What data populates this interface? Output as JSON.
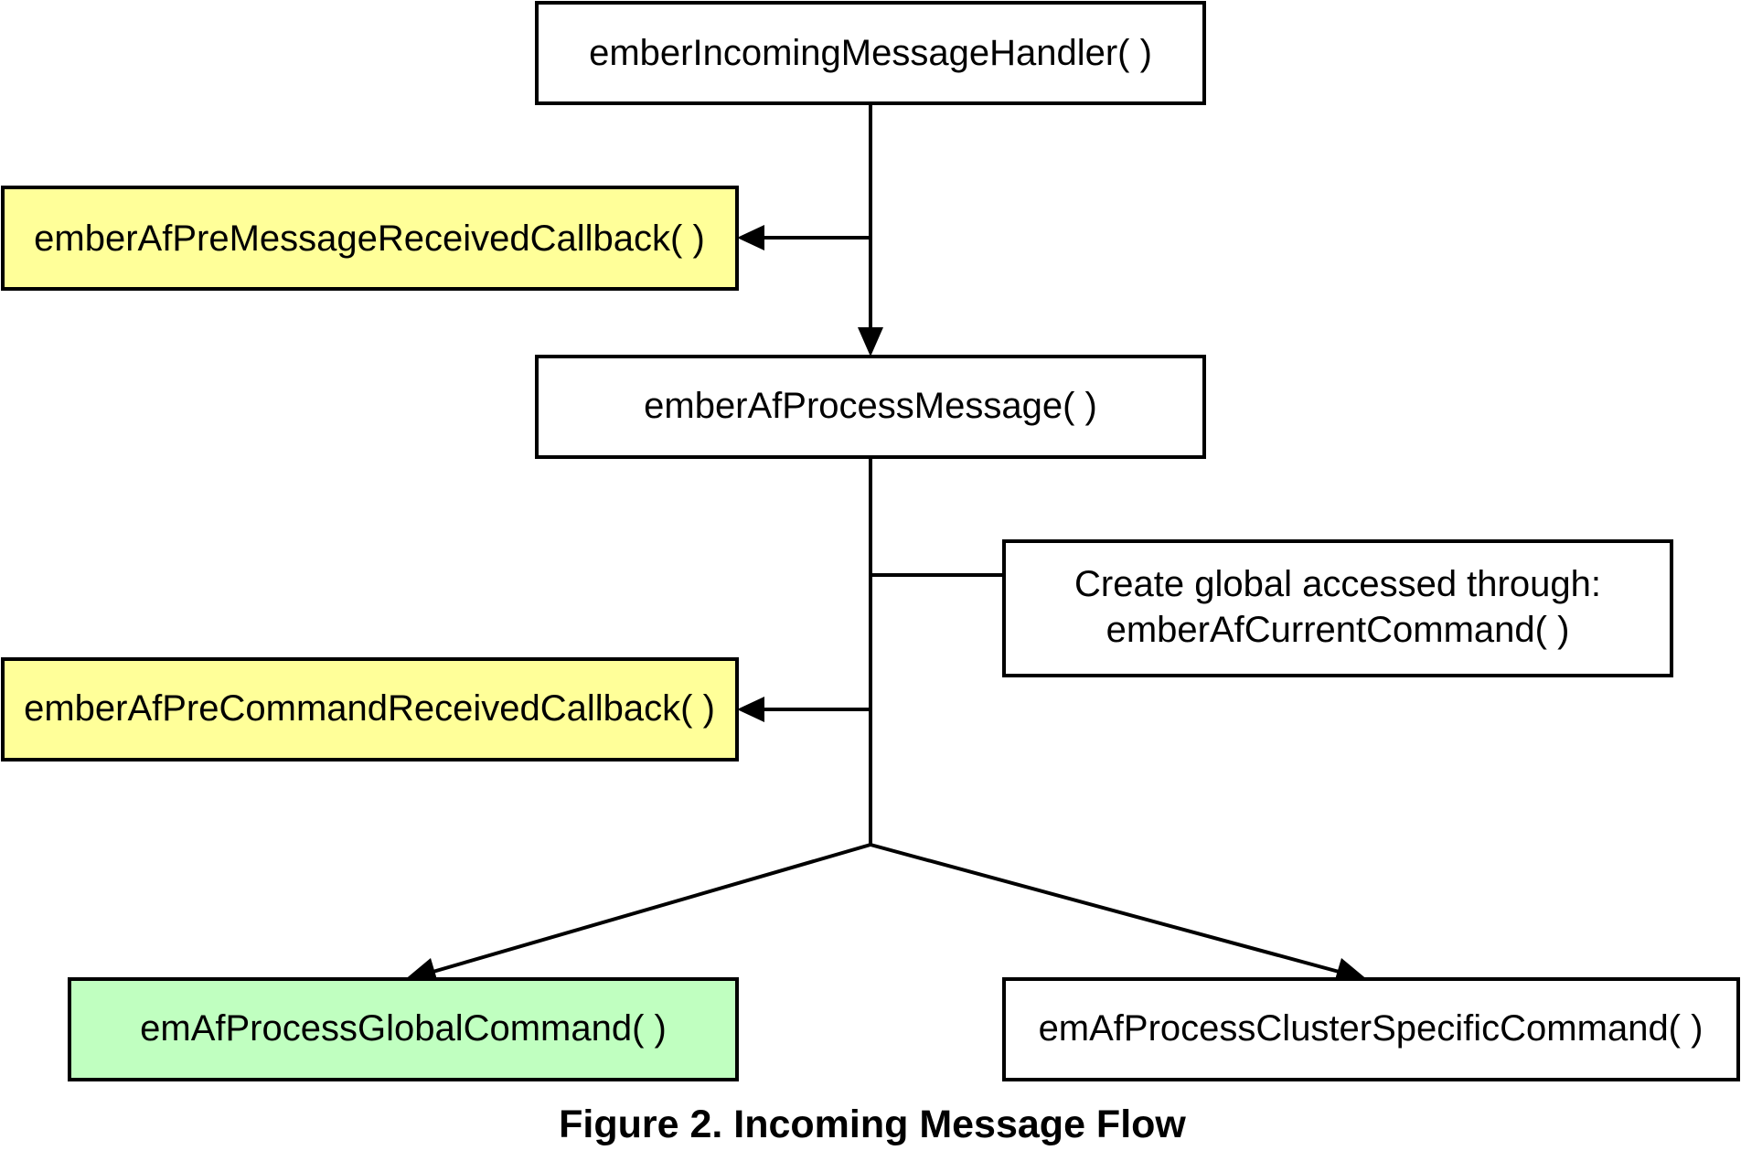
{
  "nodes": {
    "incoming_handler": {
      "label": "emberIncomingMessageHandler( )",
      "fill": "#ffffff"
    },
    "pre_message_callback": {
      "label": "emberAfPreMessageReceivedCallback( )",
      "fill": "#ffff99"
    },
    "process_message": {
      "label": "emberAfProcessMessage( )",
      "fill": "#ffffff"
    },
    "global_note": {
      "line1": "Create global accessed through:",
      "line2": "emberAfCurrentCommand( )",
      "fill": "#ffffff"
    },
    "pre_command_callback": {
      "label": "emberAfPreCommandReceivedCallback( )",
      "fill": "#ffff99"
    },
    "process_global_command": {
      "label": "emAfProcessGlobalCommand( )",
      "fill": "#c0ffc0"
    },
    "process_cluster_command": {
      "label": "emAfProcessClusterSpecificCommand( )",
      "fill": "#ffffff"
    }
  },
  "caption": "Figure 2. Incoming Message Flow"
}
